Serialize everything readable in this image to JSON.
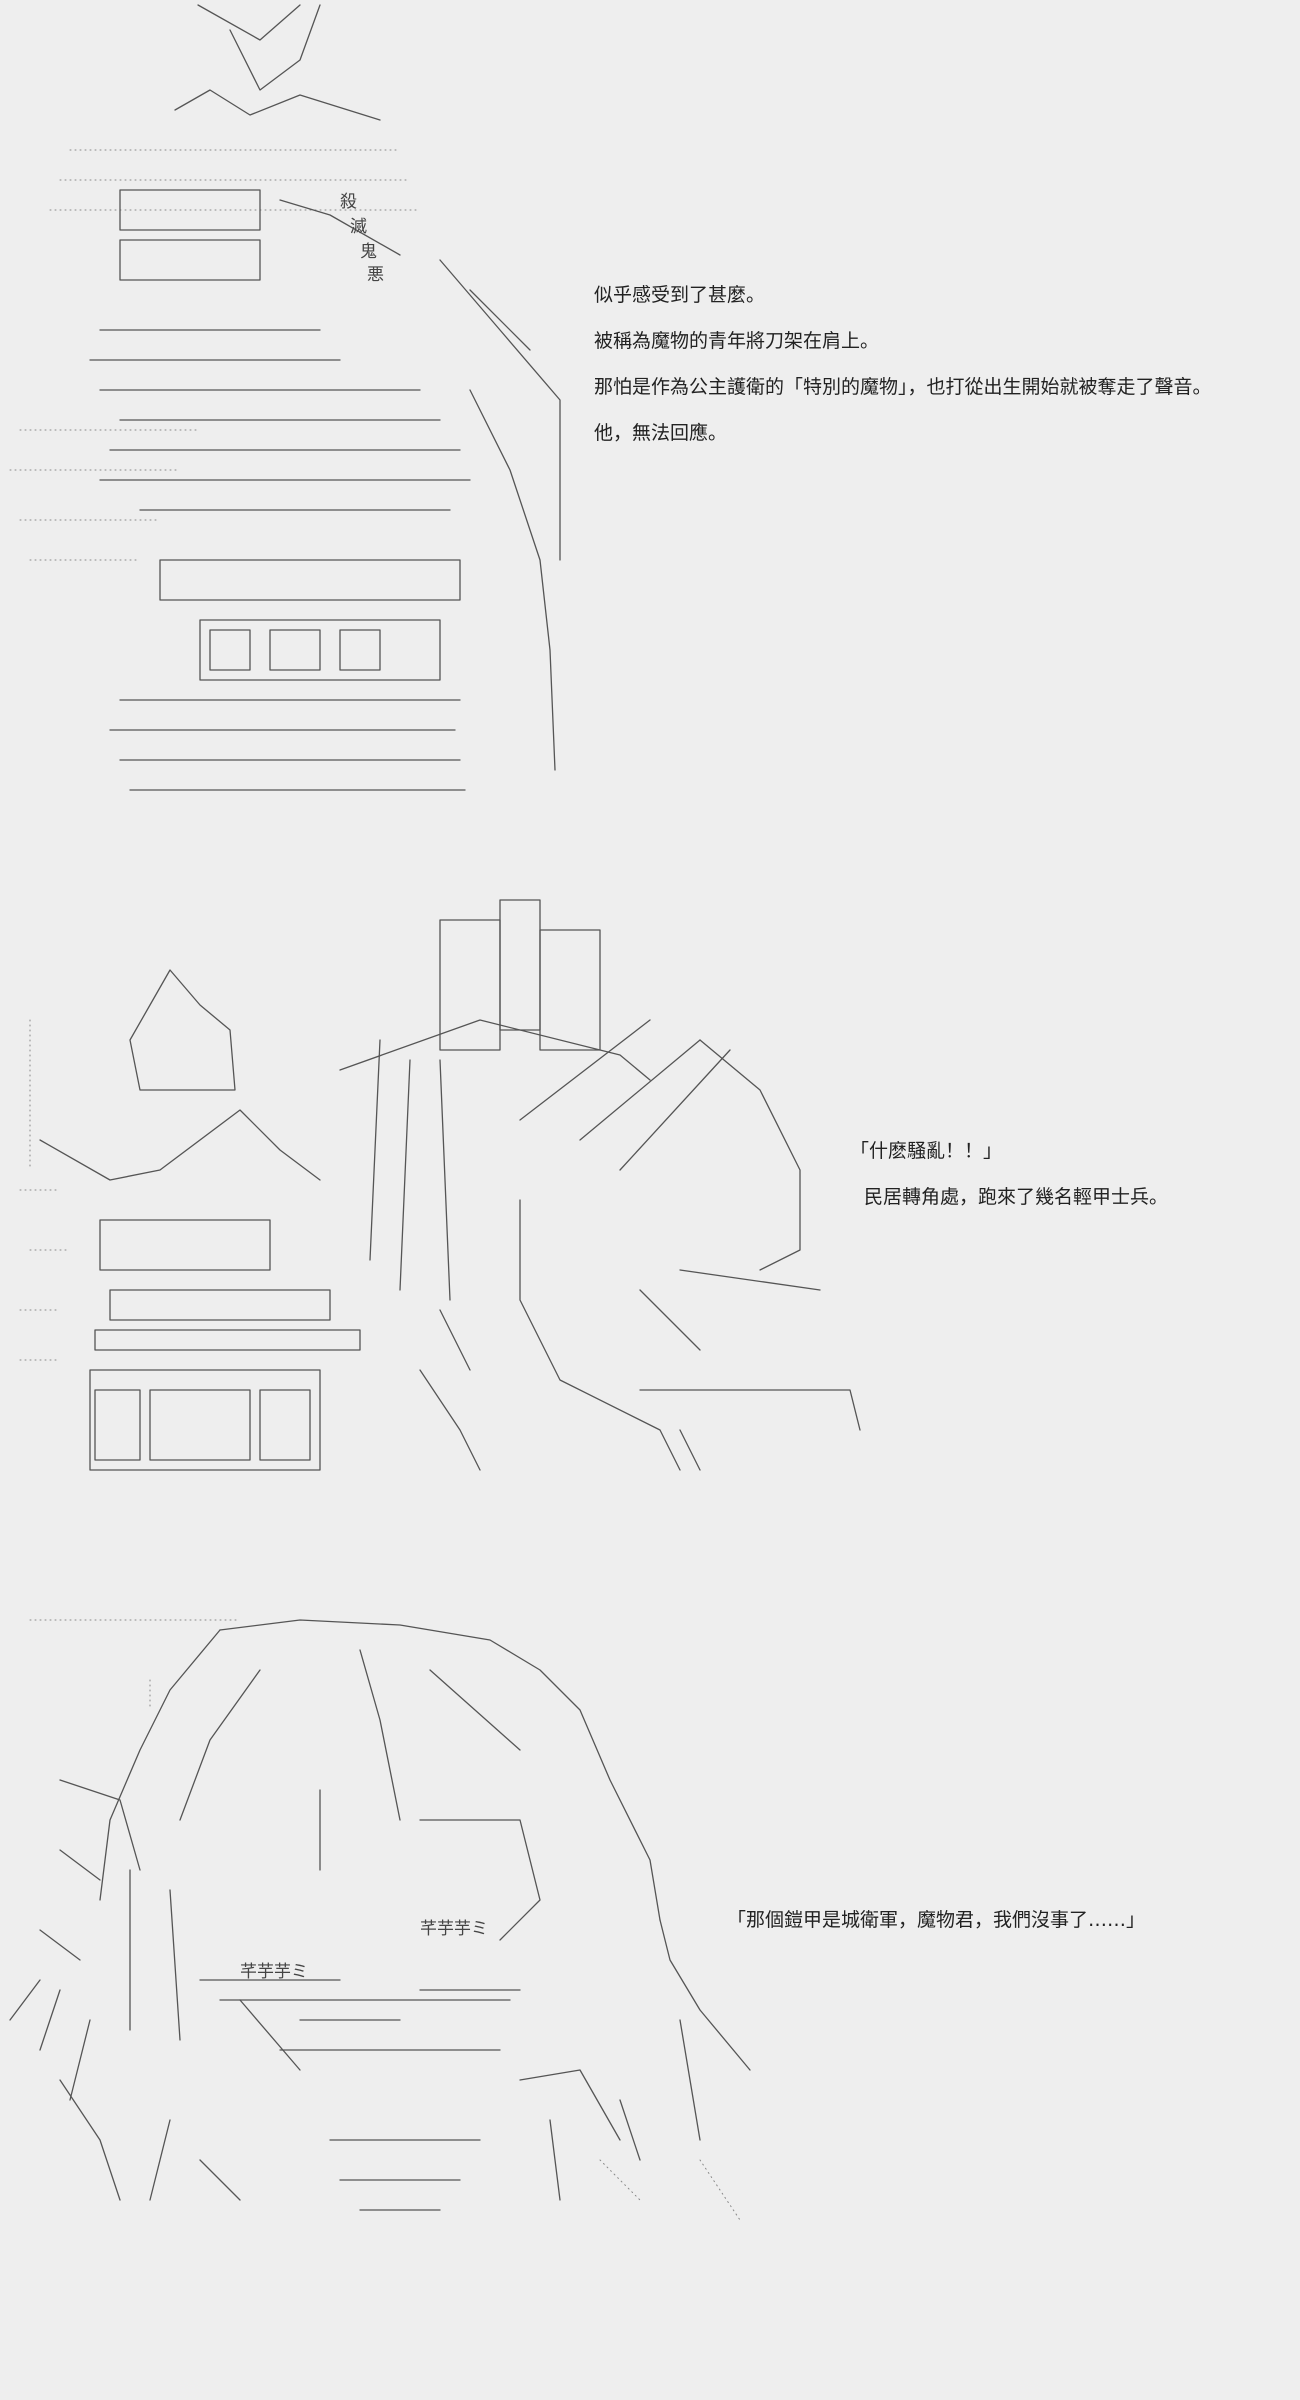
{
  "panels": [
    {
      "art": {
        "glyphs": [
          "殺",
          "滅",
          "鬼",
          "悪"
        ]
      },
      "lines": [
        "似乎感受到了甚麼。",
        "被稱為魔物的青年將刀架在肩上。",
        "那怕是作為公主護衛的「特別的魔物」，也打從出生開始就被奪走了聲音。",
        "他，無法回應。"
      ]
    },
    {
      "lines": [
        "「什麽騒亂！！」",
        "民居轉角處，跑來了幾名輕甲士兵。"
      ]
    },
    {
      "art": {
        "glyphs": [
          "芊芋芋ミ",
          "芊芋芋ミ"
        ]
      },
      "lines": [
        "「那個鎧甲是城衛軍，魔物君，我們沒事了……」"
      ]
    }
  ]
}
